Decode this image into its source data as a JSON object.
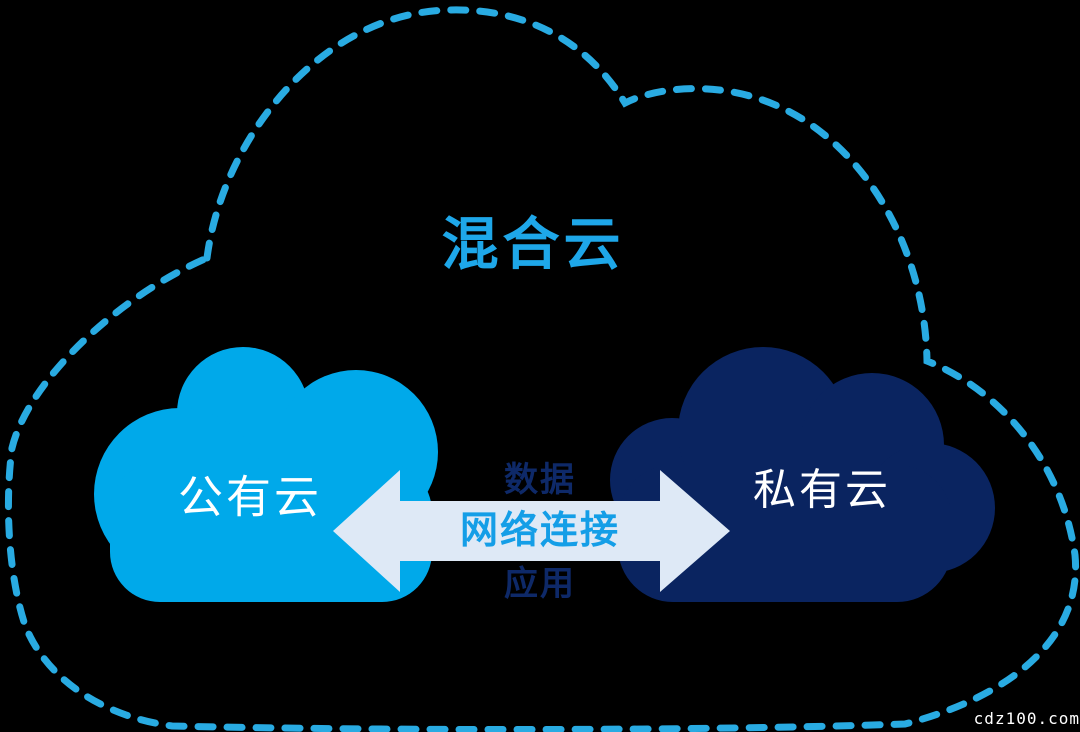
{
  "diagram": {
    "title": "混合云",
    "title_color": "#1EA7E9",
    "background_color": "#000000",
    "outline_color": "#29ABE2",
    "outline_style": "dashed",
    "public_cloud": {
      "label": "公有云",
      "fill": "#00A9EA",
      "label_color": "#FFFFFF"
    },
    "private_cloud": {
      "label": "私有云",
      "fill": "#0A2460",
      "label_color": "#FFFFFF"
    },
    "connection": {
      "label": "网络连接",
      "label_color": "#149EE7",
      "above_label": "数据",
      "below_label": "应用",
      "sub_label_color": "#0E2968",
      "arrow_fill": "#DEE9F6",
      "direction": "bidirectional"
    }
  },
  "watermark": {
    "text": "cdz100.com",
    "color": "#FFFFFF"
  }
}
